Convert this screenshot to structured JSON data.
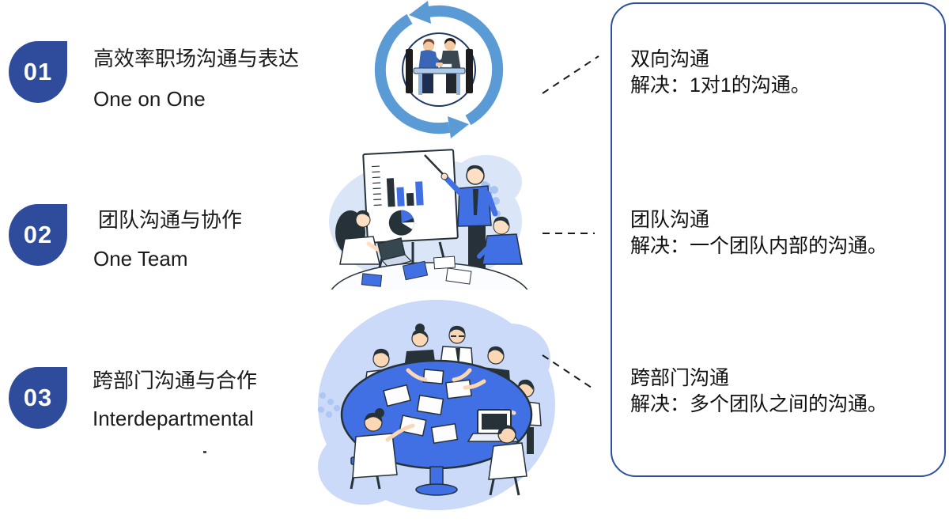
{
  "colors": {
    "badge": "#2E4B9C",
    "panel_border": "#2F4FA0",
    "connector": "#1a1a1a",
    "cycle_arrow_blue": "#5B9BD5",
    "illustration_blue": "#4170E4",
    "illustration_outline": "#263238",
    "blob_light_blue": "#D9E4F8"
  },
  "steps": [
    {
      "number": "01",
      "title": "高效率职场沟通与表达",
      "subtitle": "One on One"
    },
    {
      "number": "02",
      "title": "团队沟通与协作",
      "subtitle": "One Team"
    },
    {
      "number": "03",
      "title": "跨部门沟通与合作",
      "subtitle": "Interdepartmental"
    }
  ],
  "panel": {
    "entries": [
      {
        "heading": "双向沟通",
        "description": "解决：1对1的沟通。"
      },
      {
        "heading": "团队沟通",
        "description": "解决：一个团队内部的沟通。"
      },
      {
        "heading": "跨部门沟通",
        "description": "解决：多个团队之间的沟通。"
      }
    ]
  },
  "illustrations": [
    {
      "name": "one-on-one-handshake-cycle"
    },
    {
      "name": "team-presentation-meeting"
    },
    {
      "name": "round-table-discussion"
    }
  ]
}
